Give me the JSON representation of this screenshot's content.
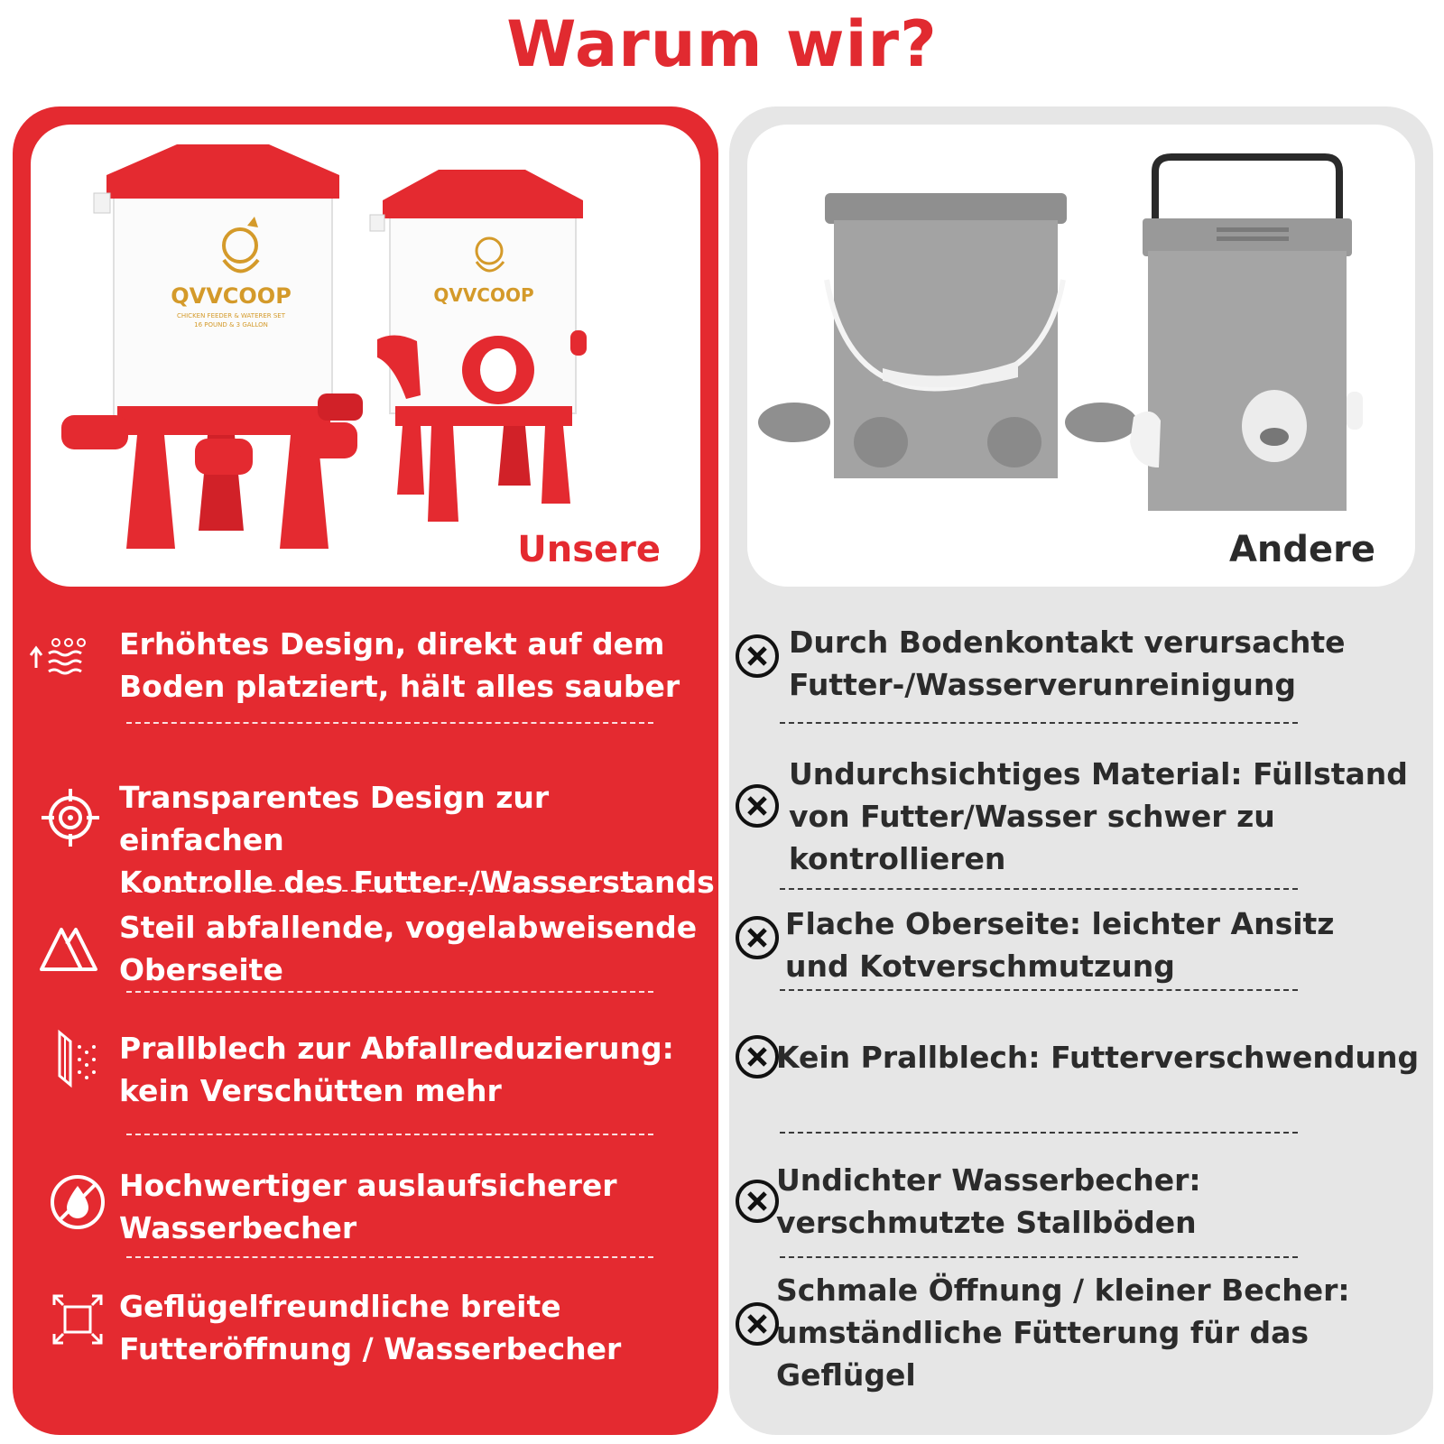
{
  "title": "Warum wir?",
  "left": {
    "label": "Unsere",
    "brand": "QVVCOOP",
    "product_sub": "CHICKEN FEEDER & WATERER SET",
    "product_sub2": "16 POUND & 3 GALLON",
    "features": [
      {
        "icon": "raised-water-icon",
        "line1": "Erhöhtes Design, direkt auf dem",
        "line2": "Boden platziert, hält alles sauber"
      },
      {
        "icon": "target-icon",
        "line1": "Transparentes Design zur einfachen",
        "line2": "Kontrolle des Futter-/Wasserstands"
      },
      {
        "icon": "triangle-top-icon",
        "line1": "Steil abfallende, vogelabweisende",
        "line2": "Oberseite"
      },
      {
        "icon": "baffle-plate-icon",
        "line1": "Prallblech zur Abfallreduzierung:",
        "line2": "kein Verschütten mehr"
      },
      {
        "icon": "no-leak-drop-icon",
        "line1": "Hochwertiger auslaufsicherer",
        "line2": "Wasserbecher"
      },
      {
        "icon": "wide-opening-icon",
        "line1": "Geflügelfreundliche breite",
        "line2": "Futteröffnung / Wasserbecher"
      }
    ]
  },
  "right": {
    "label": "Andere",
    "features": [
      {
        "line1": "Durch Bodenkontakt verursachte",
        "line2": "Futter-/Wasserverunreinigung",
        "line3": ""
      },
      {
        "line1": "Undurchsichtiges Material: Füllstand",
        "line2": " von Futter/Wasser schwer zu",
        "line3": "kontrollieren"
      },
      {
        "line1": "Flache Oberseite: leichter Ansitz",
        "line2": "und Kotverschmutzung",
        "line3": ""
      },
      {
        "line1": "Kein Prallblech: Futterverschwendung",
        "line2": "",
        "line3": ""
      },
      {
        "line1": "Undichter Wasserbecher:",
        "line2": "verschmutzte Stallböden",
        "line3": ""
      },
      {
        "line1": "Schmale Öffnung / kleiner Becher:",
        "line2": "umständliche Fütterung für das",
        "line3": " Geflügel"
      }
    ]
  },
  "colors": {
    "red": "#e42a30",
    "grey_panel": "#e6e6e6",
    "gold": "#d49a2a"
  }
}
